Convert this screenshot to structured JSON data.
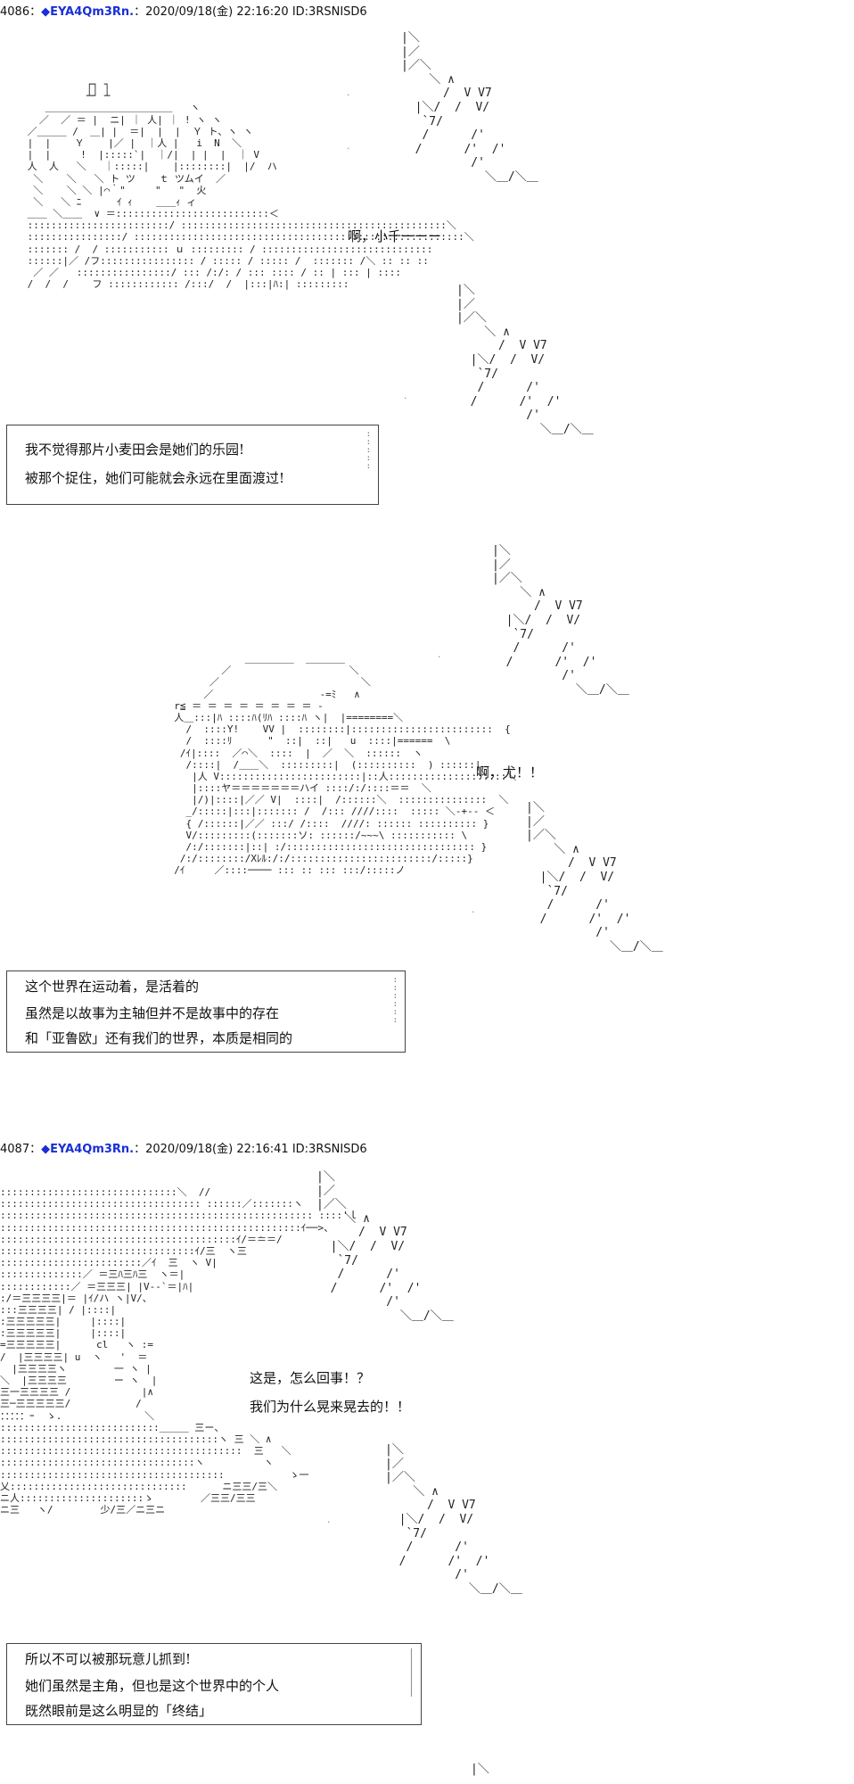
{
  "posts": [
    {
      "number": "4086",
      "separator": "：",
      "trip": "◆EYA4Qm3Rn.",
      "meta": "：2020/09/18(金) 22:16:20 ID:3RSNISD6",
      "speech": [
        "啊，小千ーーー",
        "啊，尤！！"
      ],
      "box1": [
        "我不觉得那片小麦田会是她们的乐园!",
        "被那个捉住，她们可能就会永远在里面渡过!"
      ],
      "box2": [
        "这个世界在运动着，是活着的",
        "虽然是以故事为主轴但并不是故事中的存在",
        "和「亚鲁欧」还有我们的世界，本质是相同的"
      ]
    },
    {
      "number": "4087",
      "separator": "：",
      "trip": "◆EYA4Qm3Rn.",
      "meta": "：2020/09/18(金) 22:16:41 ID:3RSNISD6",
      "speech": [
        "这是，怎么回事！？",
        "我们为什么晃来晃去的！！"
      ],
      "box1": [
        "所以不可以被那玩意儿抓到!",
        "她们虽然是主角，但也是这个世界中的个人",
        "既然眼前是这么明显的「终结」"
      ]
    }
  ]
}
